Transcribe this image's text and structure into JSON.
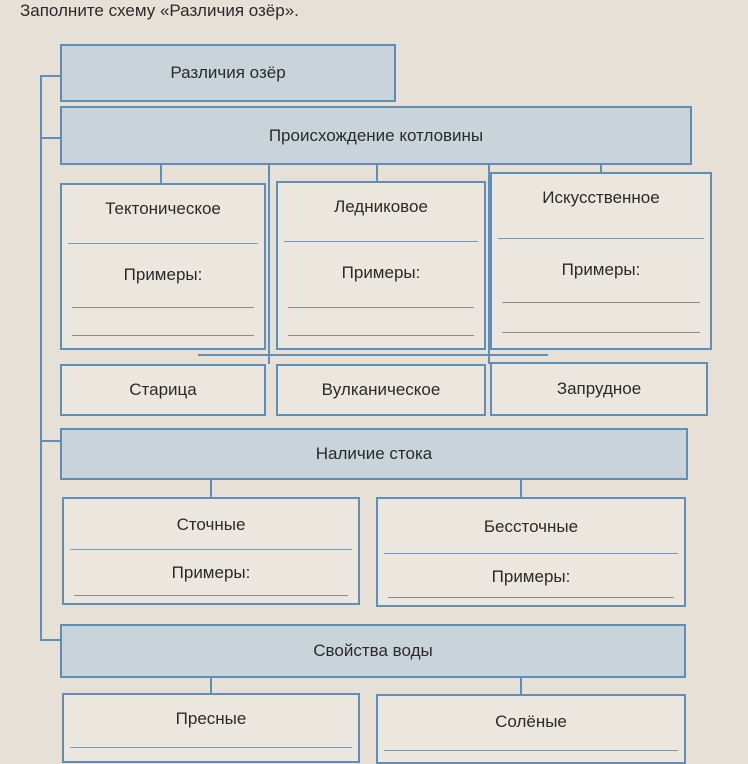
{
  "instruction": "Заполните схему «Различия озёр».",
  "root": "Различия озёр",
  "origin": {
    "title": "Происхождение котловины",
    "types": [
      {
        "name": "Тектоническое",
        "examples_label": "Примеры:"
      },
      {
        "name": "Ледниковое",
        "examples_label": "Примеры:"
      },
      {
        "name": "Искусственное",
        "examples_label": "Примеры:"
      }
    ],
    "small": [
      "Старица",
      "Вулканическое",
      "Запрудное"
    ]
  },
  "runoff": {
    "title": "Наличие стока",
    "types": [
      {
        "name": "Сточные",
        "examples_label": "Примеры:"
      },
      {
        "name": "Бессточные",
        "examples_label": "Примеры:"
      }
    ]
  },
  "water": {
    "title": "Свойства воды",
    "types": [
      "Пресные",
      "Солёные"
    ]
  }
}
